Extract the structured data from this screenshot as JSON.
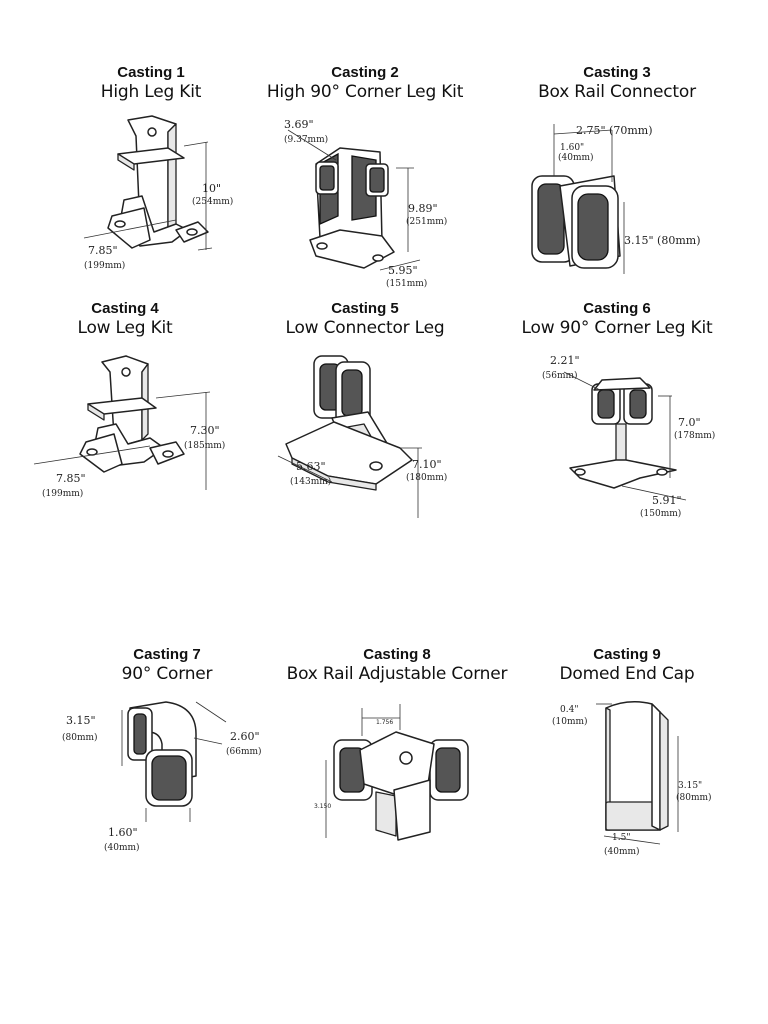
{
  "castings": [
    {
      "number": "Casting 1",
      "name": "High Leg Kit",
      "dims": [
        "10\"",
        "(254mm)",
        "7.85\"",
        "(199mm)"
      ],
      "icon": "high-leg-kit-drawing"
    },
    {
      "number": "Casting 2",
      "name": "High 90° Corner Leg Kit",
      "dims": [
        "3.69\"",
        "(9.37mm)",
        "9.89\"",
        "(251mm)",
        "5.95\"",
        "(151mm)"
      ],
      "icon": "high-corner-leg-kit-drawing"
    },
    {
      "number": "Casting 3",
      "name": "Box Rail Connector",
      "dims": [
        "2.75\" (70mm)",
        "1.60\"",
        "(40mm)",
        "3.15\" (80mm)"
      ],
      "icon": "box-rail-connector-drawing"
    },
    {
      "number": "Casting 4",
      "name": "Low Leg Kit",
      "dims": [
        "7.30\"",
        "(185mm)",
        "7.85\"",
        "(199mm)"
      ],
      "icon": "low-leg-kit-drawing"
    },
    {
      "number": "Casting 5",
      "name": "Low Connector Leg",
      "dims": [
        "5.63\"",
        "(143mm)",
        "7.10\"",
        "(180mm)"
      ],
      "icon": "low-connector-leg-drawing"
    },
    {
      "number": "Casting 6",
      "name": "Low 90° Corner Leg Kit",
      "dims": [
        "2.21\"",
        "(56mm)",
        "7.0\"",
        "(178mm)",
        "5.91\"",
        "(150mm)"
      ],
      "icon": "low-corner-leg-kit-drawing"
    },
    {
      "number": "Casting 7",
      "name": "90° Corner",
      "dims": [
        "3.15\"",
        "(80mm)",
        "2.60\"",
        "(66mm)",
        "1.60\"",
        "(40mm)"
      ],
      "icon": "ninety-corner-drawing"
    },
    {
      "number": "Casting 8",
      "name": "Box Rail Adjustable Corner",
      "dims": [
        "1.756",
        "3.150"
      ],
      "icon": "adjustable-corner-drawing"
    },
    {
      "number": "Casting 9",
      "name": "Domed End Cap",
      "dims": [
        "0.4\"",
        "(10mm)",
        "3.15\"",
        "(80mm)",
        "1.5\"",
        "(40mm)"
      ],
      "icon": "domed-end-cap-drawing"
    }
  ]
}
